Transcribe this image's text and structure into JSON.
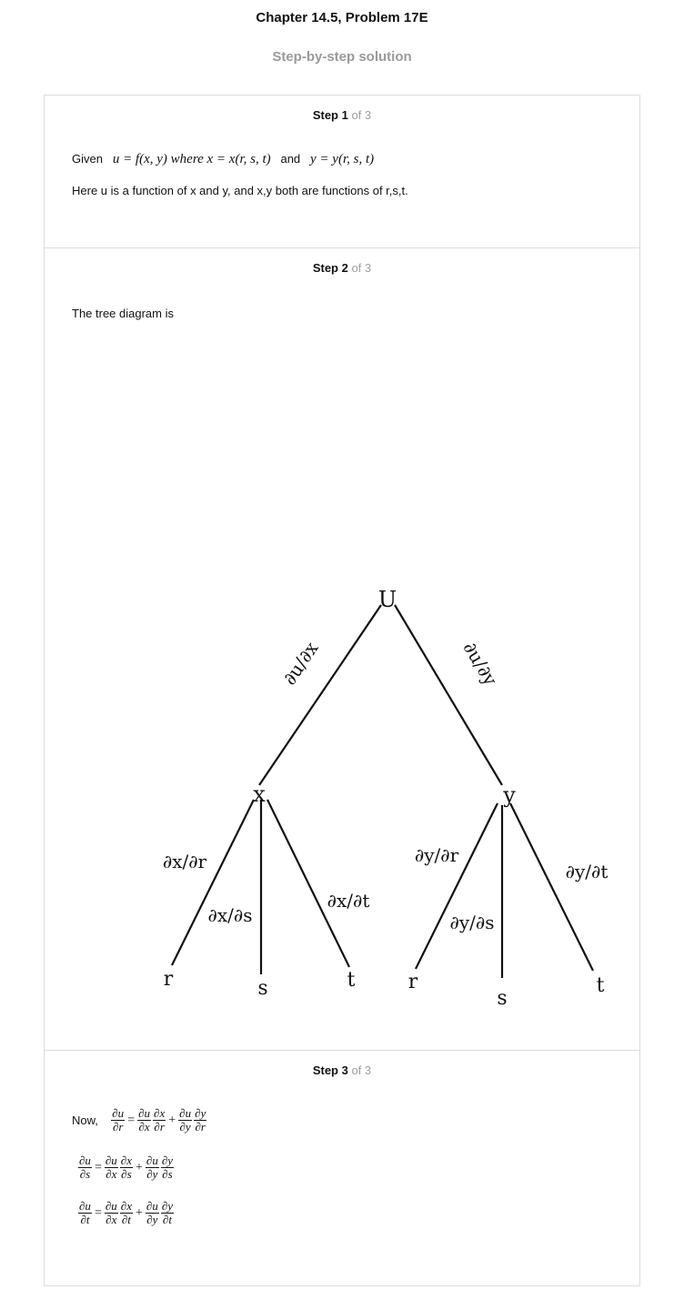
{
  "header": {
    "title": "Chapter 14.5, Problem 17E",
    "subtitle": "Step-by-step solution"
  },
  "steps": [
    {
      "label": "Step 1",
      "of": "of 3",
      "given_word": "Given",
      "given_eq1": "u = f(x, y) where x = x(r, s, t)",
      "and_word": "and",
      "given_eq2": "y = y(r, s, t)",
      "text": "Here u is a function of x and y, and x,y both are functions of r,s,t."
    },
    {
      "label": "Step 2",
      "of": "of 3",
      "text": "The tree diagram is",
      "tree": {
        "root": "U",
        "left_edge": "∂u/∂x",
        "right_edge": "∂u/∂y",
        "left_node": "x",
        "right_node": "y",
        "x_edges": [
          "∂x/∂r",
          "∂x/∂s",
          "∂x/∂t"
        ],
        "y_edges": [
          "∂y/∂r",
          "∂y/∂s",
          "∂y/∂t"
        ],
        "leaves": [
          "r",
          "s",
          "t",
          "r",
          "s",
          "t"
        ]
      }
    },
    {
      "label": "Step 3",
      "of": "of 3",
      "now_word": "Now,",
      "equations": [
        {
          "lhs_num": "∂u",
          "lhs_den": "∂r",
          "a_num": "∂u",
          "a_den": "∂x",
          "b_num": "∂x",
          "b_den": "∂r",
          "c_num": "∂u",
          "c_den": "∂y",
          "d_num": "∂y",
          "d_den": "∂r"
        },
        {
          "lhs_num": "∂u",
          "lhs_den": "∂s",
          "a_num": "∂u",
          "a_den": "∂x",
          "b_num": "∂x",
          "b_den": "∂s",
          "c_num": "∂u",
          "c_den": "∂y",
          "d_num": "∂y",
          "d_den": "∂s"
        },
        {
          "lhs_num": "∂u",
          "lhs_den": "∂t",
          "a_num": "∂u",
          "a_den": "∂x",
          "b_num": "∂x",
          "b_den": "∂t",
          "c_num": "∂u",
          "c_den": "∂y",
          "d_num": "∂y",
          "d_den": "∂t"
        }
      ],
      "eq_sign": "=",
      "plus_sign": "+"
    }
  ]
}
